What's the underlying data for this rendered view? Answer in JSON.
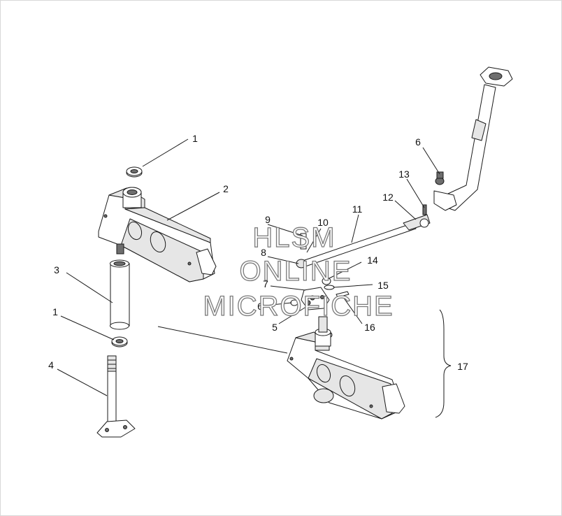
{
  "callouts": {
    "c1_top": "1",
    "c2": "2",
    "c3": "3",
    "c1_mid": "1",
    "c4": "4",
    "c6_top": "6",
    "c13": "13",
    "c12": "12",
    "c11": "11",
    "c9": "9",
    "c10": "10",
    "c8": "8",
    "c14": "14",
    "c7": "7",
    "c15": "15",
    "c6_mid": "6",
    "c5": "5",
    "c16": "16",
    "c17": "17"
  },
  "watermark": {
    "line1": "HLSM",
    "line2": "ONLINE",
    "line3": "MICROFICHE"
  }
}
